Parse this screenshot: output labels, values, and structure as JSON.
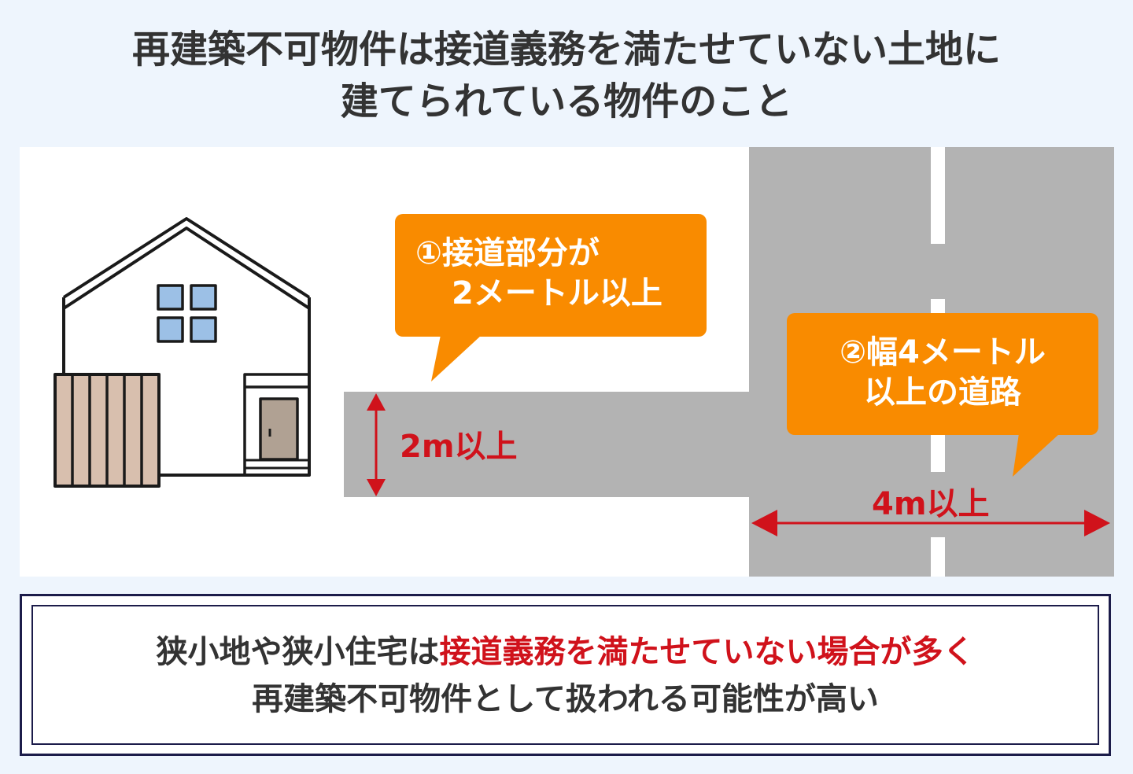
{
  "title": {
    "line1": "再建築不可物件は接道義務を満たせていない土地に",
    "line2": "建てられている物件のこと"
  },
  "bubble1": {
    "line1": "①接道部分が",
    "line2": "2メートル以上"
  },
  "bubble2": {
    "line1": "②幅4メートル",
    "line2": "以上の道路"
  },
  "labels": {
    "driveway_width": "2m以上",
    "road_width": "4m以上"
  },
  "summary": {
    "line1_prefix": "狭小地や狭小住宅は",
    "line1_highlight": "接道義務を満たせていない場合が多く",
    "line2": "再建築不可物件として扱われる可能性が高い"
  },
  "colors": {
    "accent": "#f98b00",
    "highlight": "#d0121b",
    "road": "#b3b3b3",
    "border": "#1c1c4a"
  }
}
